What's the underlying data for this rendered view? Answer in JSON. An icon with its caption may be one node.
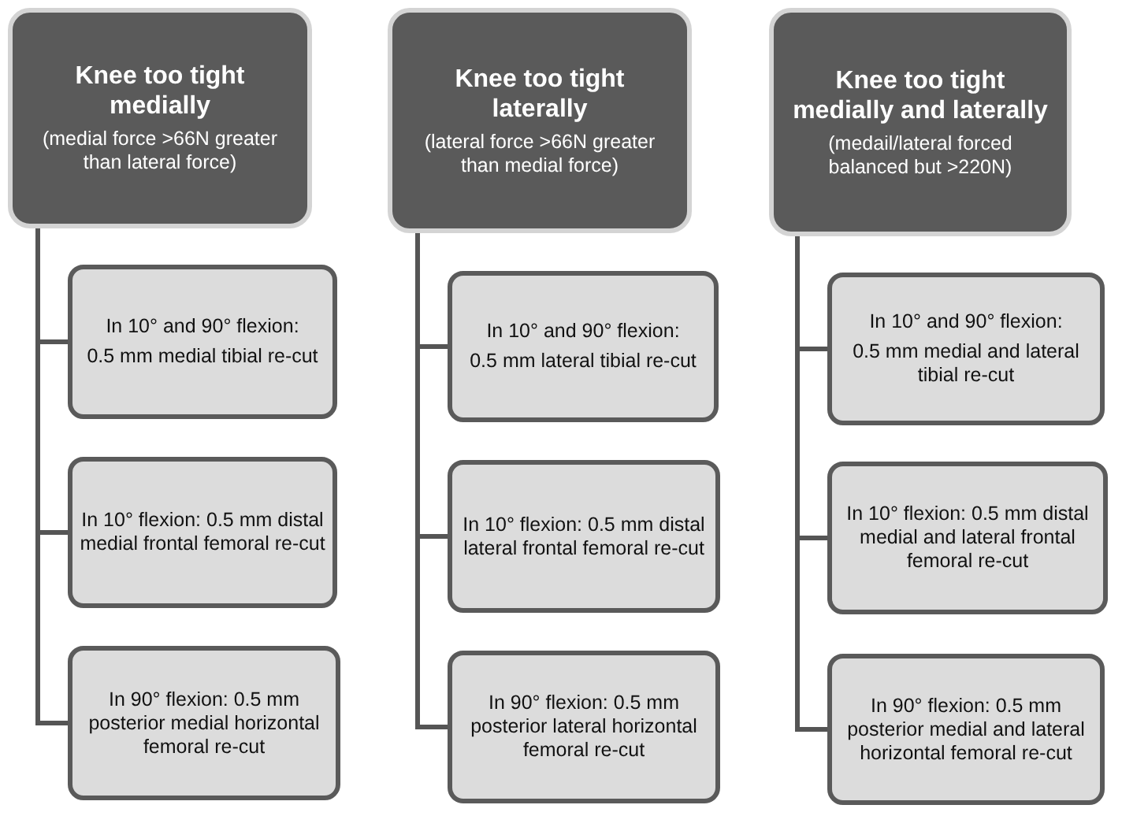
{
  "diagram": {
    "nodes": [
      {
        "text": [
          "Knee too tight medially",
          "(medial force >66N greater than lateral force)"
        ]
      },
      {
        "text": [
          "In 10° and 90° flexion:",
          "0.5 mm medial tibial re-cut"
        ]
      },
      {
        "text": [
          "In 10° flexion: 0.5 mm distal medial frontal femoral re-cut"
        ]
      },
      {
        "text": [
          "In 90° flexion: 0.5 mm posterior medial horizontal femoral re-cut"
        ]
      },
      {
        "text": [
          "Knee too tight laterally",
          "(lateral force >66N greater than medial force)"
        ]
      },
      {
        "text": [
          "In 10° and 90° flexion:",
          "0.5 mm lateral tibial re-cut"
        ]
      },
      {
        "text": [
          "In 10° flexion: 0.5 mm distal lateral frontal femoral re-cut"
        ]
      },
      {
        "text": [
          "In 90° flexion: 0.5 mm posterior lateral horizontal femoral re-cut"
        ]
      },
      {
        "text": [
          "Knee too tight medially and laterally",
          "(medail/lateral forced balanced but >220N)"
        ]
      },
      {
        "text": [
          "In 10° and 90° flexion:",
          "0.5 mm medial and lateral tibial re-cut"
        ]
      },
      {
        "text": [
          "In 10° flexion: 0.5 mm distal medial and lateral frontal femoral re-cut"
        ]
      },
      {
        "text": [
          "In 90° flexion: 0.5 mm posterior medial and lateral horizontal femoral re-cut"
        ]
      }
    ],
    "edges": [
      {
        "from": 0,
        "to": 1,
        "arrow": "none"
      },
      {
        "from": 0,
        "to": 2,
        "arrow": "none"
      },
      {
        "from": 0,
        "to": 3,
        "arrow": "none"
      },
      {
        "from": 4,
        "to": 5,
        "arrow": "none"
      },
      {
        "from": 4,
        "to": 6,
        "arrow": "none"
      },
      {
        "from": 4,
        "to": 7,
        "arrow": "none"
      },
      {
        "from": 8,
        "to": 9,
        "arrow": "none"
      },
      {
        "from": 8,
        "to": 10,
        "arrow": "none"
      },
      {
        "from": 8,
        "to": 11,
        "arrow": "none"
      }
    ]
  }
}
